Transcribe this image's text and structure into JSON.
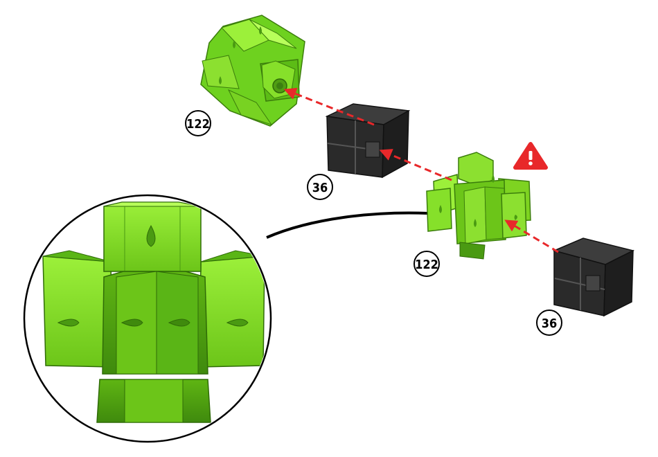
{
  "labels": {
    "part_top_green": "122",
    "part_top_black": "36",
    "part_right_green": "122",
    "part_right_black": "36"
  },
  "icons": {
    "warning": "warning-triangle-icon"
  },
  "colors": {
    "green_part": "#7ed321",
    "green_dark": "#4a9a12",
    "black_part": "#2b2b2b",
    "arrow": "#e8282a",
    "warning": "#e8282a"
  }
}
